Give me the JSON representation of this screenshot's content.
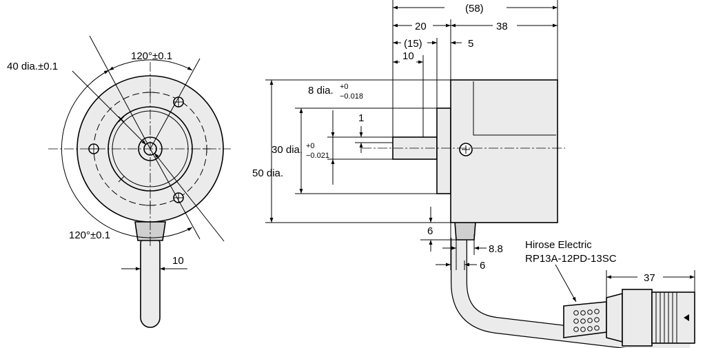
{
  "colors": {
    "part_fill": "#ebebeb",
    "shade": "#cfcfcf",
    "line": "#000000"
  },
  "front_view": {
    "pcd_label": "40 dia.±0.1",
    "angle_top": "120°±0.1",
    "angle_bottom": "120°±0.1",
    "cable_width": "10"
  },
  "side_view": {
    "overall_length": "(58)",
    "flange_to_shaft_end": "20",
    "body_length": "38",
    "shaft_length": "(15)",
    "flat_length": "10",
    "flange_thickness": "5",
    "shaft_dia": {
      "base": "8 dia.",
      "upper": "+0",
      "lower": "−0.018"
    },
    "flat_depth": "1",
    "spigot_dia": {
      "base": "30 dia.",
      "upper": "+0",
      "lower": "−0.021"
    },
    "body_dia": "50 dia.",
    "cable_offset": "6",
    "cable_dia": "8.8",
    "cable_gap": "6"
  },
  "connector": {
    "maker": "Hirose Electric",
    "model": "RP13A-12PD-13SC",
    "length": "37"
  }
}
